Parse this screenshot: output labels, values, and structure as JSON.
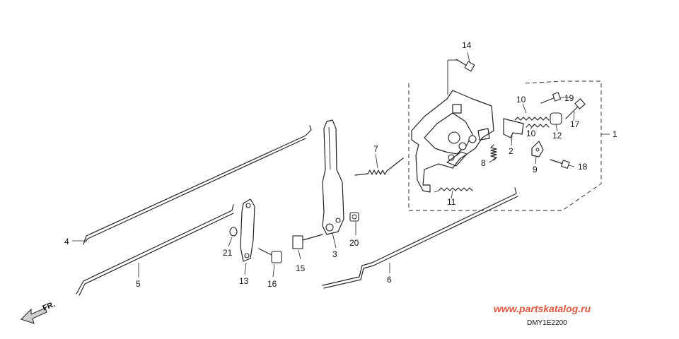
{
  "labels": {
    "p1": "1",
    "p2": "2",
    "p3": "3",
    "p4": "4",
    "p5": "5",
    "p6": "6",
    "p7": "7",
    "p8": "8",
    "p9": "9",
    "p10a": "10",
    "p10b": "10",
    "p11": "11",
    "p12": "12",
    "p13": "13",
    "p14": "14",
    "p15": "15",
    "p16": "16",
    "p17": "17",
    "p18": "18",
    "p19": "19",
    "p20": "20",
    "p21": "21"
  },
  "direction_label": "FR.",
  "diagram_code": "DMY1E2200",
  "watermark": "www.partskatalog.ru",
  "colors": {
    "ink": "#222222",
    "watermark": "#e0563f"
  }
}
